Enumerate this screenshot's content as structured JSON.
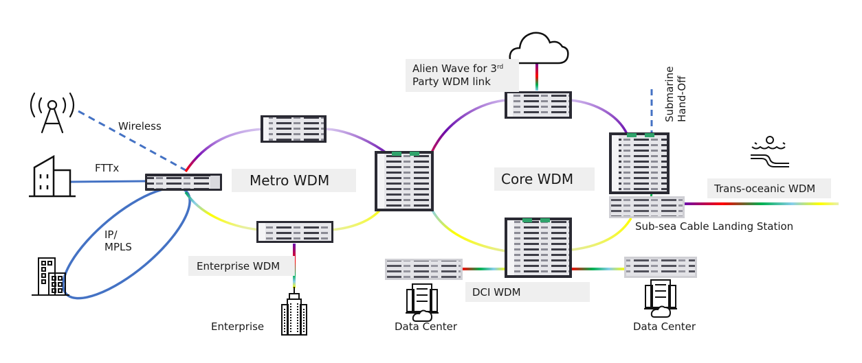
{
  "diagram": {
    "type": "optical network topology",
    "rings": [
      {
        "id": "metro",
        "label": "Metro WDM"
      },
      {
        "id": "core",
        "label": "Core WDM"
      }
    ],
    "segment_labels": {
      "enterprise_wdm": "Enterprise WDM",
      "dci_wdm": "DCI WDM",
      "trans_oceanic_wdm": "Trans-oceanic WDM",
      "alien_wave_line1_prefix": "Alien Wave for 3",
      "alien_wave_line1_sup": "rd",
      "alien_wave_line2": "Party WDM link"
    },
    "access_labels": {
      "wireless": "Wireless",
      "fttx": "FTTx",
      "ip_mpls_line1": "IP/",
      "ip_mpls_line2": "MPLS"
    },
    "endpoint_labels": {
      "enterprise": "Enterprise",
      "data_center_left": "Data Center",
      "data_center_right": "Data Center",
      "submarine_line1": "Submarine",
      "submarine_line2": "Hand-Off",
      "cable_landing": "Sub-sea Cable Landing Station"
    },
    "icons": {
      "cell_tower": "cell-tower-icon",
      "house": "house-building-icon",
      "office": "office-building-icon",
      "skyscraper": "skyscraper-icon",
      "cloud": "cloud-icon",
      "data_center": "data-center-icon",
      "ocean": "ocean-icon"
    },
    "colors": {
      "access_link": "#4472c4",
      "label_box": "#efefef",
      "spectrum": [
        "#6a0dad",
        "#ff0000",
        "#00b050",
        "#87ceeb",
        "#ffff00"
      ]
    }
  }
}
